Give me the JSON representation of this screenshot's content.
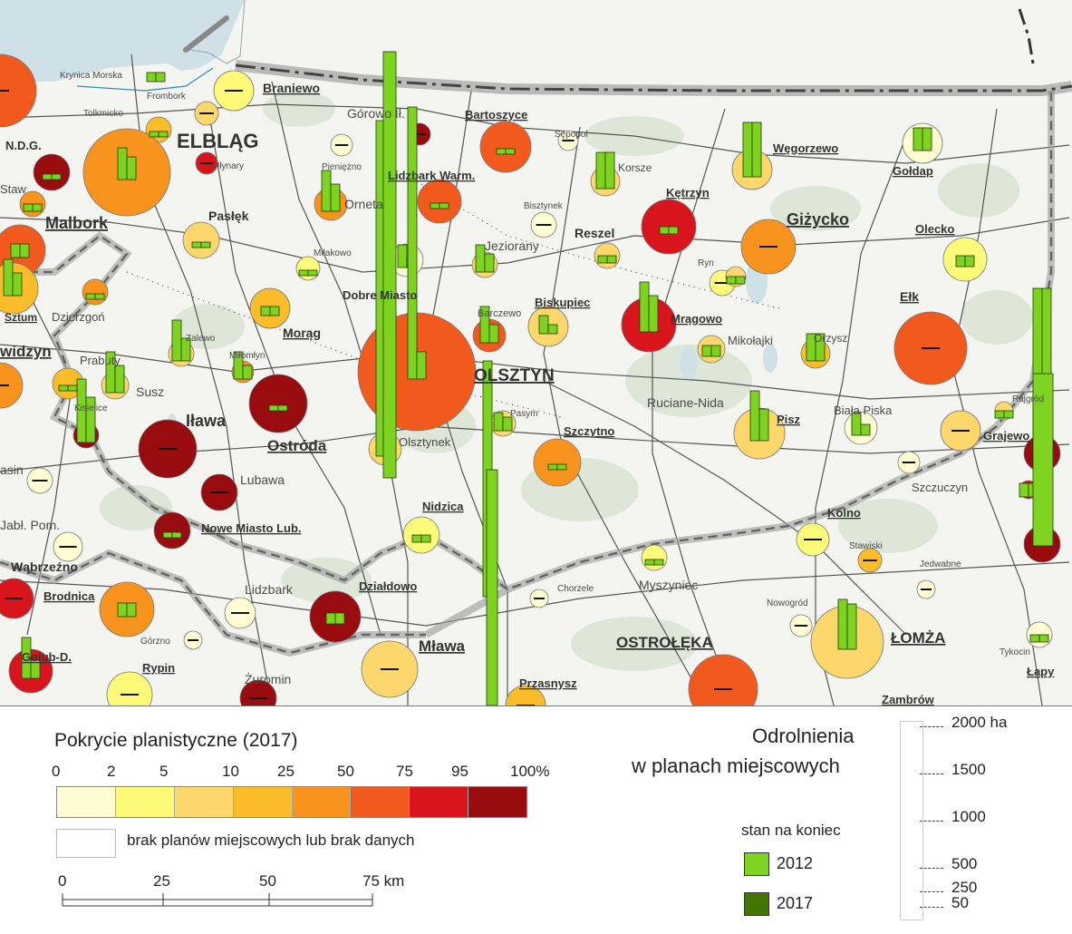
{
  "legend": {
    "coverage_title": "Pokrycie planistyczne (2017)",
    "coverage_ticks": [
      "0",
      "2",
      "5",
      "10",
      "25",
      "50",
      "75",
      "95",
      "100%"
    ],
    "coverage_colors": [
      "#fffbd2",
      "#fdfa7a",
      "#fcd76c",
      "#fbbc2a",
      "#f8941e",
      "#f25a1d",
      "#d8151c",
      "#980b0e"
    ],
    "no_plans_label": "brak planów miejscowych lub brak danych",
    "scale_ticks": [
      "0",
      "25",
      "50",
      "75 km"
    ],
    "odrolnienia_title_1": "Odrolnienia",
    "odrolnienia_title_2": "w planach miejscowych",
    "stan_label": "stan na koniec",
    "years": [
      {
        "label": "2012",
        "color": "#7ed321"
      },
      {
        "label": "2017",
        "color": "#417505"
      }
    ],
    "ha_ticks": [
      "2000 ha",
      "1500",
      "1000",
      "500",
      "250",
      "50"
    ]
  },
  "map": {
    "colors": {
      "sea": "#cfe1e6",
      "land": "#f4f5f1",
      "forest": "#dde6d7",
      "road": "#555555",
      "border": "#9a9a9a",
      "bar2012": "#7ed321",
      "bar2017": "#417505"
    },
    "place_labels": [
      {
        "id": "krynica",
        "text": "Krynica Morska"
      },
      {
        "id": "frombork",
        "text": "Frombork"
      },
      {
        "id": "tolkmicko",
        "text": "Tolkmicko"
      },
      {
        "id": "braniewo",
        "text": "Braniewo"
      },
      {
        "id": "gorowo",
        "text": "Górowo Ił."
      },
      {
        "id": "bartoszyce",
        "text": "Bartoszyce"
      },
      {
        "id": "sepopol",
        "text": "Sępopol"
      },
      {
        "id": "wegorzewo",
        "text": "Węgorzewo"
      },
      {
        "id": "goldap",
        "text": "Gołdap"
      },
      {
        "id": "ndg",
        "text": "N.D.G."
      },
      {
        "id": "elblag",
        "text": "ELBLĄG"
      },
      {
        "id": "mlynary",
        "text": "Młynary"
      },
      {
        "id": "pieniezno",
        "text": "Pieniężno"
      },
      {
        "id": "lidzbarkw",
        "text": "Lidzbark Warm."
      },
      {
        "id": "korsze",
        "text": "Korsze"
      },
      {
        "id": "ketrzyn",
        "text": "Kętrzyn"
      },
      {
        "id": "stawy",
        "text": "Staw"
      },
      {
        "id": "orneta",
        "text": "Orneta"
      },
      {
        "id": "bisztynek",
        "text": "Bisztynek"
      },
      {
        "id": "gizycko",
        "text": "Giżycko"
      },
      {
        "id": "olecko",
        "text": "Olecko"
      },
      {
        "id": "malbork",
        "text": "Malbork"
      },
      {
        "id": "paslek",
        "text": "Pasłęk"
      },
      {
        "id": "jeziorany",
        "text": "Jeziorany"
      },
      {
        "id": "reszel",
        "text": "Reszel"
      },
      {
        "id": "ryn",
        "text": "Ryn"
      },
      {
        "id": "milakowo",
        "text": "Miłakowo"
      },
      {
        "id": "dobremiasto",
        "text": "Dobre Miasto"
      },
      {
        "id": "biskupiec",
        "text": "Biskupiec"
      },
      {
        "id": "elk",
        "text": "Ełk"
      },
      {
        "id": "sztum",
        "text": "Sztum"
      },
      {
        "id": "dzierzgon",
        "text": "Dzierzgoń"
      },
      {
        "id": "barczewo",
        "text": "Barczewo"
      },
      {
        "id": "mragowo",
        "text": "Mrągowo"
      },
      {
        "id": "zalewo",
        "text": "Zalewo"
      },
      {
        "id": "morag",
        "text": "Morąg"
      },
      {
        "id": "mikolajki",
        "text": "Mikołajki"
      },
      {
        "id": "orzysz",
        "text": "Orzysz"
      },
      {
        "id": "kwidzyn",
        "text": "widzyn"
      },
      {
        "id": "prabuty",
        "text": "Prabuty"
      },
      {
        "id": "miloml",
        "text": "Miłomłyn"
      },
      {
        "id": "olsztyn",
        "text": "OLSZTYN"
      },
      {
        "id": "susz",
        "text": "Susz"
      },
      {
        "id": "ilawa",
        "text": "Iława"
      },
      {
        "id": "ruciane",
        "text": "Ruciane-Nida"
      },
      {
        "id": "bialapiska",
        "text": "Biała Piska"
      },
      {
        "id": "rajgrod",
        "text": "Rajgród"
      },
      {
        "id": "kisielice",
        "text": "Kisielice"
      },
      {
        "id": "pasym",
        "text": "Pasym"
      },
      {
        "id": "szczytno",
        "text": "Szczytno"
      },
      {
        "id": "pisz",
        "text": "Pisz"
      },
      {
        "id": "grajewo",
        "text": "Grajewo"
      },
      {
        "id": "ostroda",
        "text": "Ostróda"
      },
      {
        "id": "olsztynek",
        "text": "Olsztynek"
      },
      {
        "id": "lasin",
        "text": "asin"
      },
      {
        "id": "lubawa",
        "text": "Lubawa"
      },
      {
        "id": "szczuczyn",
        "text": "Szczuczyn"
      },
      {
        "id": "jablpom",
        "text": "Jabł. Pom."
      },
      {
        "id": "nowemiasto",
        "text": "Nowe Miasto Lub."
      },
      {
        "id": "nidzica",
        "text": "Nidzica"
      },
      {
        "id": "kolno",
        "text": "Kolno"
      },
      {
        "id": "wabrzezno",
        "text": "Wąbrzeźno"
      },
      {
        "id": "stawiski",
        "text": "Stawiski"
      },
      {
        "id": "jedwabne",
        "text": "Jedwabne"
      },
      {
        "id": "brodnica",
        "text": "Brodnica"
      },
      {
        "id": "lidzbark",
        "text": "Lidzbark"
      },
      {
        "id": "dzialdowo",
        "text": "Działdowo"
      },
      {
        "id": "chorzele",
        "text": "Chorzele"
      },
      {
        "id": "myszyniec",
        "text": "Myszyniec"
      },
      {
        "id": "nowogrod",
        "text": "Nowogród"
      },
      {
        "id": "gorzno",
        "text": "Górzno"
      },
      {
        "id": "golubd",
        "text": "Golub-D."
      },
      {
        "id": "mlawa",
        "text": "Mława"
      },
      {
        "id": "ostroleka",
        "text": "OSTROŁĘKA"
      },
      {
        "id": "lomza",
        "text": "ŁOMŻA"
      },
      {
        "id": "tykocin",
        "text": "Tykocin"
      },
      {
        "id": "rypin",
        "text": "Rypin"
      },
      {
        "id": "zuromin",
        "text": "Żuromin"
      },
      {
        "id": "przasnysz",
        "text": "Przasnysz"
      },
      {
        "id": "zambrow",
        "text": "Zambrów"
      },
      {
        "id": "lapy",
        "text": "Łapy"
      }
    ]
  }
}
